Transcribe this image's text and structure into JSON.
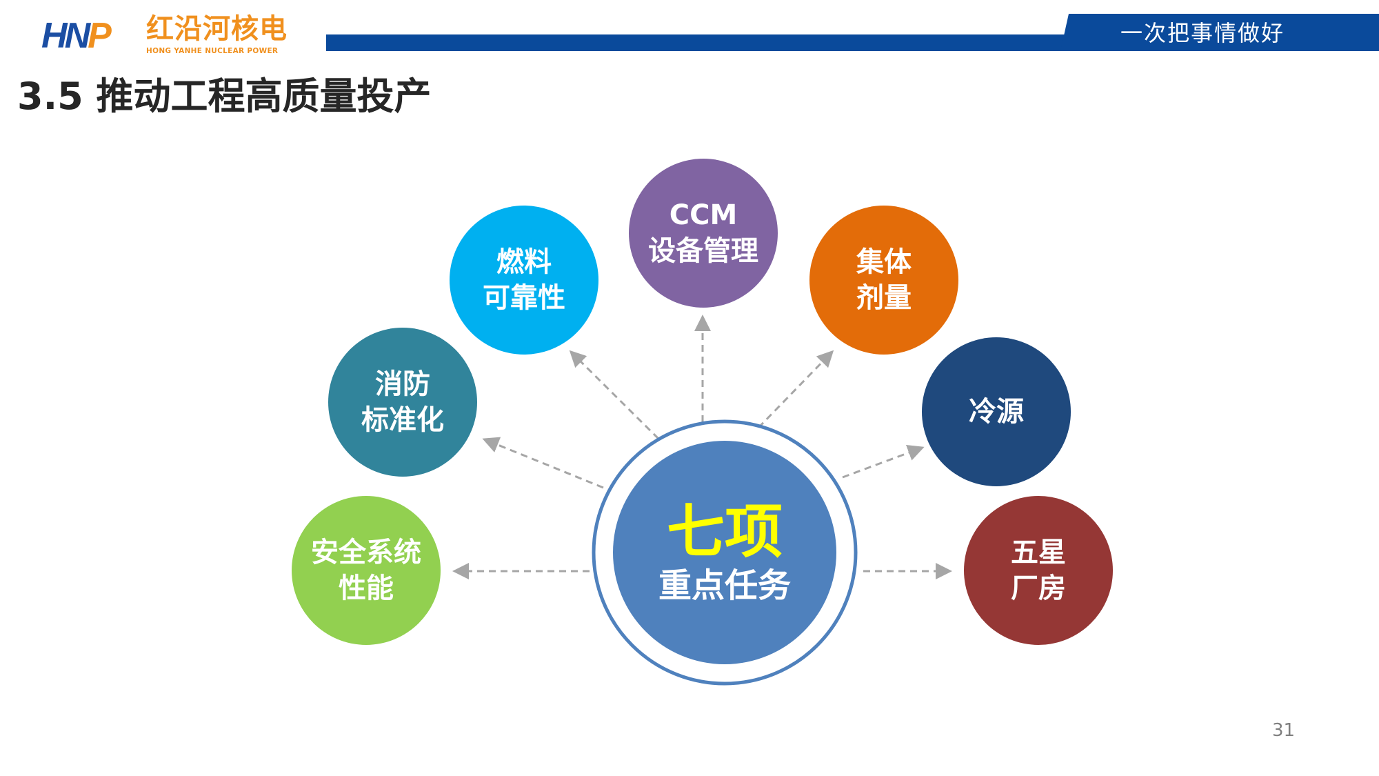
{
  "header": {
    "logo_mark": "HNP",
    "logo_cn": "红沿河核电",
    "logo_en": "HONG YANHE NUCLEAR POWER",
    "tagline": "一次把事情做好"
  },
  "title": "3.5  推动工程高质量投产",
  "center": {
    "line1": "七项",
    "line2": "重点任务",
    "color": "#4f81bd",
    "line1_color": "#ffff00"
  },
  "nodes": [
    {
      "id": "ccm",
      "line1": "CCM",
      "line2": "设备管理",
      "color": "#8064a2"
    },
    {
      "id": "fuel",
      "line1": "燃料",
      "line2": "可靠性",
      "color": "#00b0f0"
    },
    {
      "id": "dose",
      "line1": "集体",
      "line2": "剂量",
      "color": "#e36c09"
    },
    {
      "id": "fire",
      "line1": "消防",
      "line2": "标准化",
      "color": "#31849b"
    },
    {
      "id": "cold",
      "line1": "冷源",
      "line2": "",
      "color": "#1f497d"
    },
    {
      "id": "safety",
      "line1": "安全系统",
      "line2": "性能",
      "color": "#92d050"
    },
    {
      "id": "star",
      "line1": "五星",
      "line2": "厂房",
      "color": "#953735"
    }
  ],
  "page_number": "31"
}
